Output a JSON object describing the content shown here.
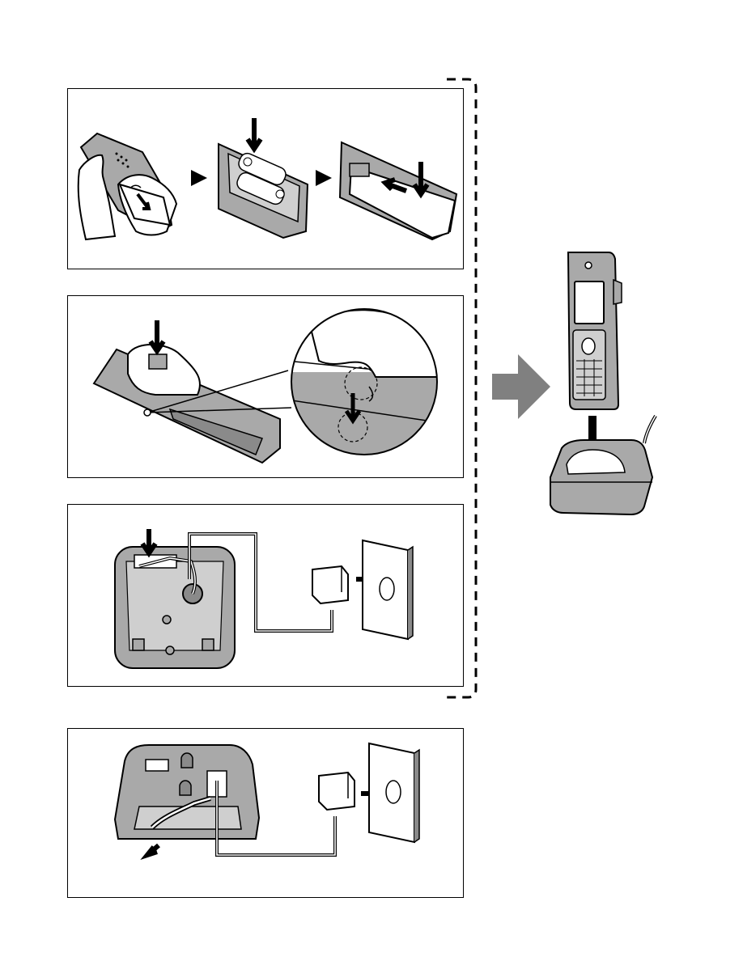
{
  "page": {
    "background": "#ffffff",
    "line_color": "#000000",
    "device_fill": "#a9a9a9",
    "device_dark_fill": "#8a8a8a",
    "flow_arrow_color": "#808080"
  },
  "panels": [
    {
      "name": "step-1-battery-installation",
      "icons": [
        "hand-icon",
        "battery-icon",
        "battery-cover-icon"
      ]
    },
    {
      "name": "step-2-attach-belt-clip",
      "icons": [
        "belt-clip-icon",
        "magnifier-inset"
      ]
    },
    {
      "name": "step-3-connect-charger-adaptor",
      "icons": [
        "charger-icon",
        "ac-adaptor-icon",
        "wall-outlet-icon"
      ]
    },
    {
      "name": "step-4-connect-charger-adaptor-alt",
      "icons": [
        "charger-icon",
        "ac-adaptor-icon",
        "wall-outlet-icon"
      ]
    }
  ],
  "result": {
    "icons": [
      "handset-icon",
      "charger-icon",
      "down-arrow-icon"
    ]
  }
}
